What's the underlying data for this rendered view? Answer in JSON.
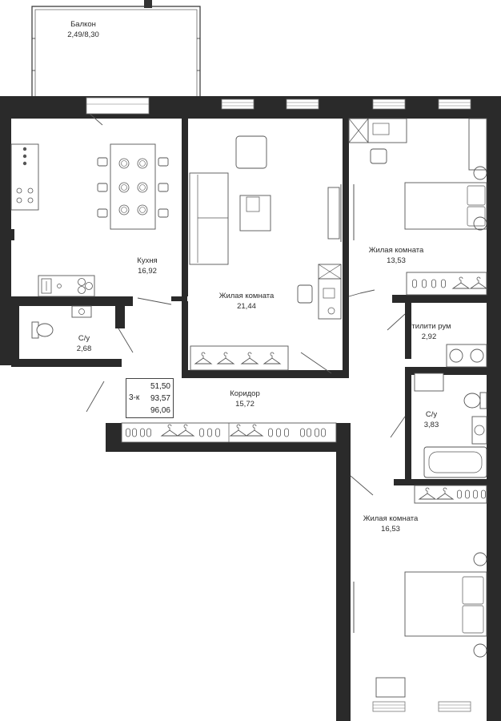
{
  "rooms": {
    "balcony": {
      "name": "Балкон",
      "area": "2,49/8,30"
    },
    "kitchen": {
      "name": "Кухня",
      "area": "16,92"
    },
    "living_main": {
      "name": "Жилая комната",
      "area": "21,44"
    },
    "bedroom_1": {
      "name": "Жилая комната",
      "area": "13,53"
    },
    "bathroom_1": {
      "name": "С/у",
      "area": "2,68"
    },
    "utility": {
      "name": "Утилити рум",
      "area": "2,92"
    },
    "corridor": {
      "name": "Коридор",
      "area": "15,72"
    },
    "bathroom_2": {
      "name": "С/у",
      "area": "3,83"
    },
    "bedroom_2": {
      "name": "Жилая комната",
      "area": "16,53"
    }
  },
  "summary": {
    "type": "3-к",
    "areas": [
      "51,50",
      "93,57",
      "96,06"
    ]
  },
  "colors": {
    "wall": "#2a2a2a",
    "line": "#555555",
    "window": "#7a7a7a",
    "background": "#ffffff"
  }
}
